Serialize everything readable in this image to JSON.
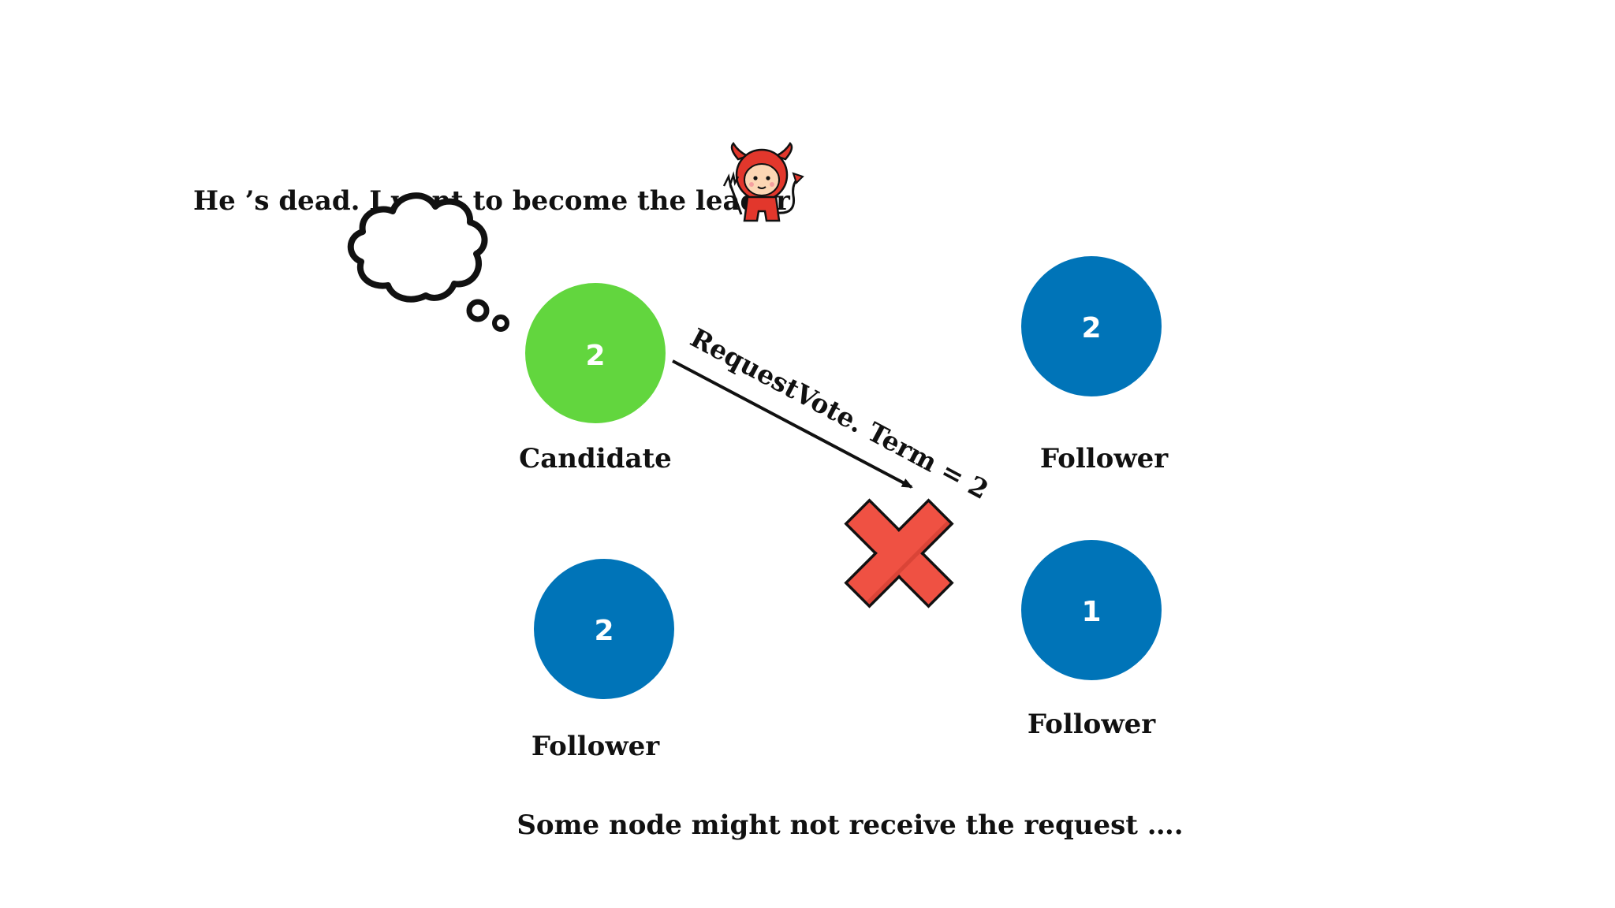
{
  "thought_text": "He ’s dead. I want to become the leader",
  "caption": "Some node might not receive the request ….",
  "message": "RequestVote. Term = 2",
  "colors": {
    "candidate": "#62d63e",
    "follower": "#0074b8",
    "cross": "#ef5143",
    "text": "#111111"
  },
  "icons": {
    "thought": "thought-bubble-icon",
    "devil": "devil-icon",
    "cross": "cross-icon"
  },
  "nodes": {
    "candidate": {
      "term": "2",
      "role": "Candidate"
    },
    "top_right": {
      "term": "2",
      "role": "Follower"
    },
    "bottom_left": {
      "term": "2",
      "role": "Follower"
    },
    "bottom_right": {
      "term": "1",
      "role": "Follower"
    }
  }
}
